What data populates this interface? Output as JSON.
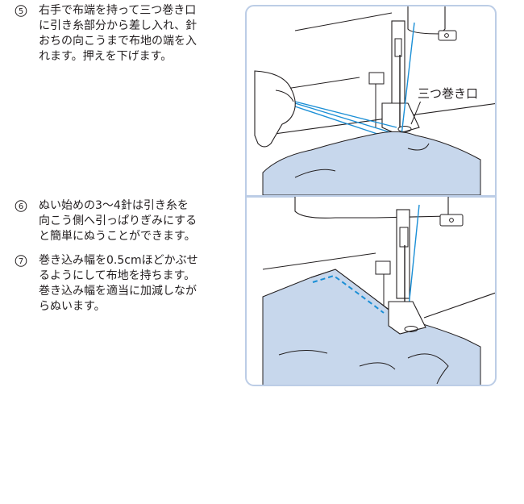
{
  "steps": [
    {
      "number": "⑤",
      "text": "右手で布端を持って三つ巻き口\nに引き糸部分から差し入れ、針\nおちの向こうまで布地の端を入\nれます。押えを下げます。"
    },
    {
      "number": "⑥",
      "text": "ぬい始めの3～4針は引き糸を\n向こう側へ引っぱりぎみにする\nと簡単にぬうことができます。"
    },
    {
      "number": "⑦",
      "text": "巻き込み幅を0.5cmほどかぶせ\nるようにして布地を持ちます。\n巻き込み幅を適当に加減しなが\nらぬいます。"
    }
  ],
  "illustration": {
    "callout_label": "三つ巻き口",
    "colors": {
      "frame": "#bccde6",
      "fabric": "#c7d7ec",
      "thread": "#1b8fd6",
      "line": "#231f20"
    }
  }
}
